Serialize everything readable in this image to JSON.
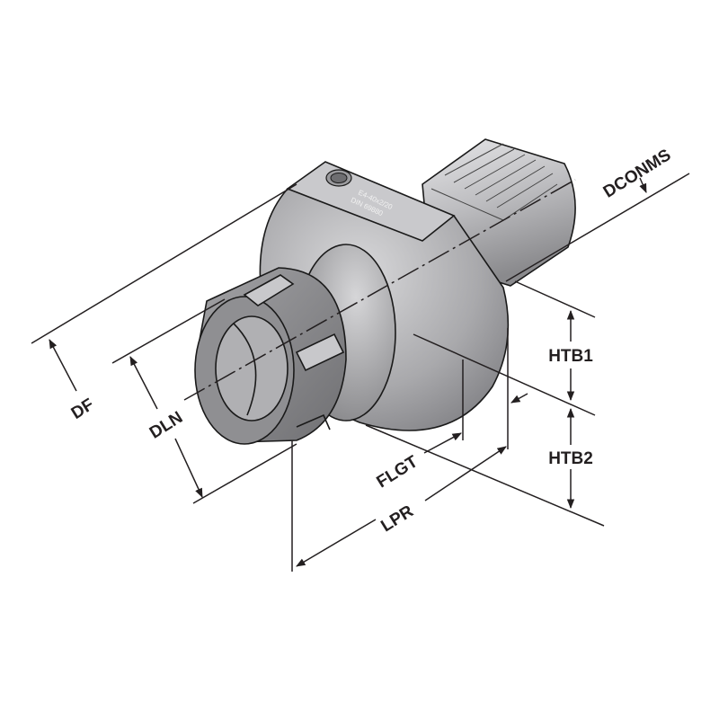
{
  "diagram": {
    "labels": {
      "df": "DF",
      "dln": "DLN",
      "flgt": "FLGT",
      "lpr": "LPR",
      "htb1": "HTB1",
      "htb2": "HTB2",
      "dconms": "DCONMS"
    },
    "engraving": {
      "line1": "E4-40x2/20",
      "line2": "DIN 69880"
    },
    "colors": {
      "line": "#231f20",
      "body_light": "#d4d4d6",
      "body_dark": "#7d7d80"
    }
  }
}
